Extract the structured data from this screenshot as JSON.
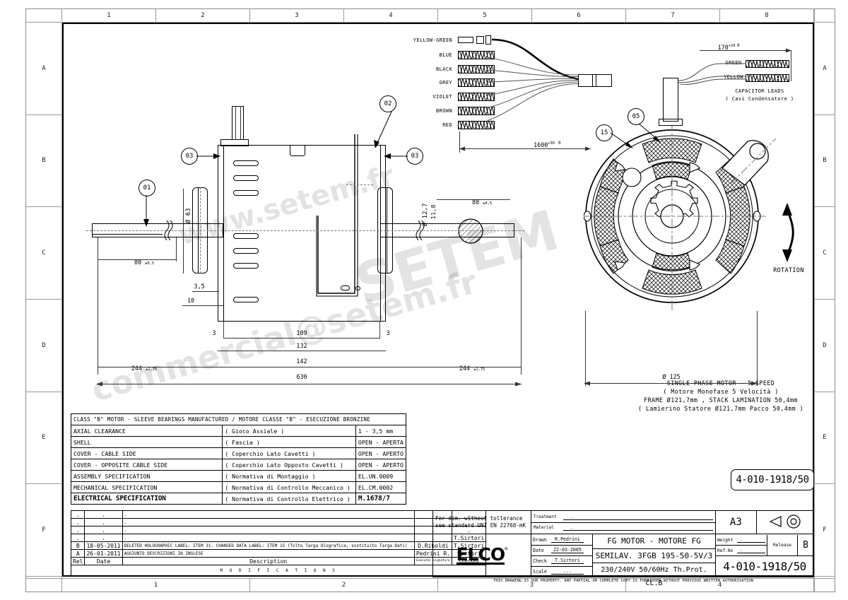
{
  "sheet": {
    "zones_top": [
      "1",
      "2",
      "3",
      "4",
      "5",
      "6",
      "7",
      "8"
    ],
    "zones_bottom": [
      "1",
      "2",
      "3",
      "4"
    ],
    "zones_side": [
      "A",
      "B",
      "C",
      "D",
      "E",
      "F"
    ]
  },
  "watermark": {
    "line1": "www.setem.fr",
    "line2": "SETEM",
    "line3": "commercial@setem.fr"
  },
  "balloons": {
    "b01": "01",
    "b02": "02",
    "b03a": "03",
    "b03b": "03",
    "b05": "05",
    "b15": "15"
  },
  "leads": {
    "labels": [
      "YELLOW-GREEN",
      "BLUE",
      "BLACK",
      "GREY",
      "VIOLET",
      "BROWN",
      "RED"
    ],
    "length": "1600",
    "length_tol_up": "+30",
    "length_tol_dn": "0"
  },
  "capacitor": {
    "length": "170",
    "tol_up": "+20",
    "tol_dn": "0",
    "lead1": "GREEN",
    "lead2": "YELLOW",
    "title": "CAPACITOR LEADS",
    "subtitle": "( Cavi Condensatore )"
  },
  "dimensions": {
    "shaft_left": "80",
    "shaft_left_tol": "±0,5",
    "shaft_right": "80",
    "shaft_right_tol": "±0,5",
    "dia_63": "Ø 63",
    "dia_127": "Ø 12,7",
    "d_118": "11,8",
    "d_35": "3,5",
    "d_10": "10",
    "d_3_left": "3",
    "d_3_right": "3",
    "d_109": "109",
    "d_132": "132",
    "d_142": "142",
    "d_244_left": "244",
    "d_244_left_tol": "±1,75",
    "d_244_right": "244",
    "d_244_right_tol": "±1,75",
    "d_630": "630",
    "dia_125": "Ø 125",
    "rotation": "ROTATION"
  },
  "motor_notes": {
    "line1": "SINGLE PHASE MOTOR - 5 SPEED",
    "line2": "( Motore Monofase 5 Velocità )",
    "line3": "FRAME Ø121,7mm , STACK LAMINATION 50,4mm",
    "line4": "( Lamierino Statore Ø121,7mm Pacco 50,4mm )"
  },
  "drawing_tag": "4-010-1918/50",
  "spec_table": {
    "header": "CLASS \"B\" MOTOR - SLEEVE BEARINGS MANUFACTURED  /  MOTORE CLASSE \"B\" - ESECUZIONE BRONZINE",
    "rows": [
      {
        "en": "AXIAL CLEARANCE",
        "it": "( Gioco Assiale )",
        "val": "1 - 3,5 mm"
      },
      {
        "en": "SHELL",
        "it": "( Fascia )",
        "val": "OPEN  -  APERTA"
      },
      {
        "en": "COVER - CABLE  SIDE",
        "it": "( Coperchio Lato Cavetti )",
        "val": "OPEN  -  APERTO"
      },
      {
        "en": "COVER - OPPOSITE CABLE  SIDE",
        "it": "( Coperchio Lato Opposto Cavetti )",
        "val": "OPEN  -  APERTO"
      },
      {
        "en": "ASSEMBLY SPECIFICATION",
        "it": "( Normativa di Montaggio )",
        "val": "EL.UN.0009"
      },
      {
        "en": "MECHANICAL SPECIFICATION",
        "it": "( Normativa di Controllo Meccanico )",
        "val": "EL.CM.0002"
      }
    ],
    "bold_row": {
      "en": "ELECTRICAL SPECIFICATION",
      "it": "( Normativa di Controllo Elettrico )",
      "val": "M.1678/7"
    }
  },
  "modifications": {
    "title": "M O D I F I C A T I O N S",
    "col_rel": "Rel",
    "col_date": "Date",
    "col_desc": "Description",
    "col_exec": "Executor\nsignature",
    "col_check": "Checked",
    "empty_mark": ".",
    "rows": [
      {
        "rel": ".",
        "date": ".",
        "desc": ".",
        "exec": ".",
        "check": "."
      },
      {
        "rel": ".",
        "date": ".",
        "desc": ".",
        "exec": ".",
        "check": "."
      },
      {
        "rel": ".",
        "date": ".",
        "desc": ".",
        "exec": ".",
        "check": "."
      },
      {
        "rel": ".",
        "date": ".",
        "desc": ".",
        "exec": ".",
        "check": "T.Sirtori"
      },
      {
        "rel": "B",
        "date": "18-05-2011",
        "desc": "DELETED HOLOGRAPHIC LABEL: ITEM 31. CHANGED DATA LABEL: ITEM 15 (Tolto Targa Olografica, sostituito Targa Dati) .",
        "exec": "D.Riboldi",
        "check": "T.Sirtori"
      },
      {
        "rel": "A",
        "date": "26-01-2011",
        "desc": "AGGIUNTO DESCRIZIONI IN INGLESE",
        "exec": "Pedrini R.",
        "check": "Sirtori"
      }
    ]
  },
  "titleblock": {
    "tolerance_note_1": "For dim. without tollerance",
    "tolerance_note_2": "see standard UNI EN 22768-mK",
    "treatment_label": "Treatment",
    "treatment_value": ".",
    "material_label": "Material",
    "material_value": ".",
    "format": "A3",
    "logo": "ELCO",
    "logo_mark": "®",
    "drawn_label": "Drawn",
    "drawn_value": "R.Pedrini",
    "date_label": "Date",
    "date_value": "22-03-2005",
    "check_label": "Check",
    "check_value": "T.Sirtori",
    "scale_label": "Scale",
    "scale_value": "...",
    "title_line1": "FG MOTOR - MOTORE FG",
    "title_line2": "SEMILAV. 3FGB 195-50-5V/3",
    "title_line3": "230/240V  50/60Hz  Th.Prot.  CL.B",
    "weight_label": "Weight",
    "weight_value": ".",
    "refno_label": "Ref.No",
    "refno_value": ".",
    "release_label": "Release",
    "release_value": "B",
    "drawing_number": "4-010-1918/50",
    "copyright": "THIS DRAWING IS OUR PROPERTY. ANY PARTIAL OR COMPLETE COPY IS FORBIDDEN WITHOUT PREVIOUS WRITTEN AUTHORISATION"
  }
}
